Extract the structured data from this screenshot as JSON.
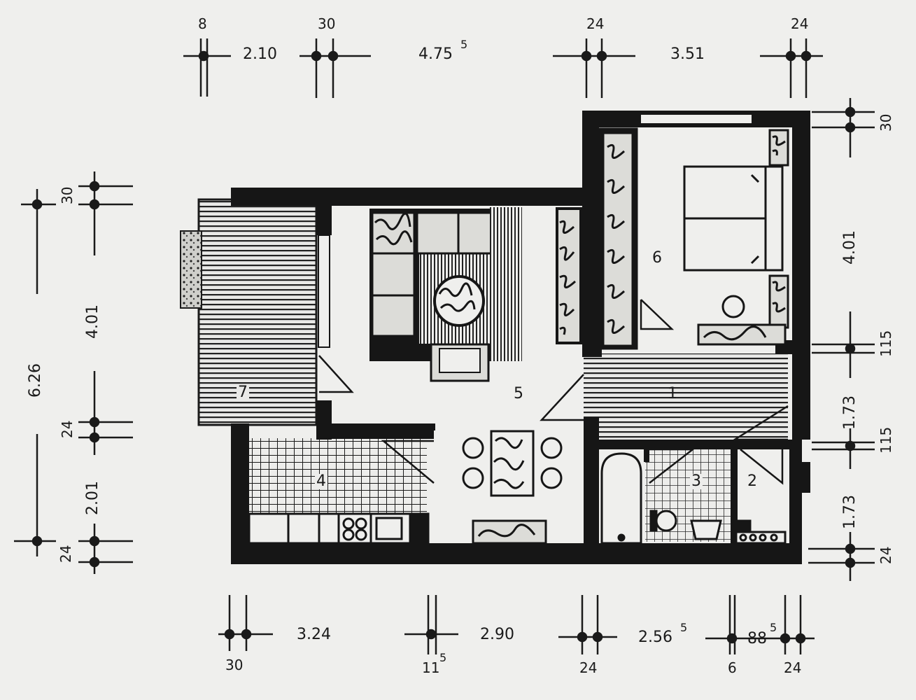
{
  "dimensions": {
    "top": {
      "wall_a": "8",
      "wall_b": "30",
      "wall_c": "24",
      "wall_d": "24",
      "span_1": "2.10",
      "span_2": "4.75",
      "span_2_sup": "5",
      "span_3": "3.51"
    },
    "bottom": {
      "span_1": "3.24",
      "span_2": "2.90",
      "span_3": "2.56",
      "span_3_sup": "5",
      "span_4": "88",
      "span_4_sup": "5",
      "wall_a": "30",
      "wall_b": "11",
      "wall_b_sup": "5",
      "wall_c": "24",
      "wall_d": "6",
      "wall_e": "24"
    },
    "left": {
      "total": "6.26",
      "wall_top": "30",
      "span_1": "4.01",
      "wall_mid": "24",
      "span_2": "2.01",
      "wall_bottom": "24"
    },
    "right": {
      "wall_top": "30",
      "span_1": "4.01",
      "wall_1": "115",
      "span_2": "1.73",
      "wall_2": "115",
      "span_3": "1.73",
      "wall_bottom": "24"
    }
  },
  "rooms": {
    "hall": "1",
    "wc": "2",
    "bath": "3",
    "kitchen": "4",
    "living": "5",
    "bedroom": "6",
    "balcony": "7"
  }
}
